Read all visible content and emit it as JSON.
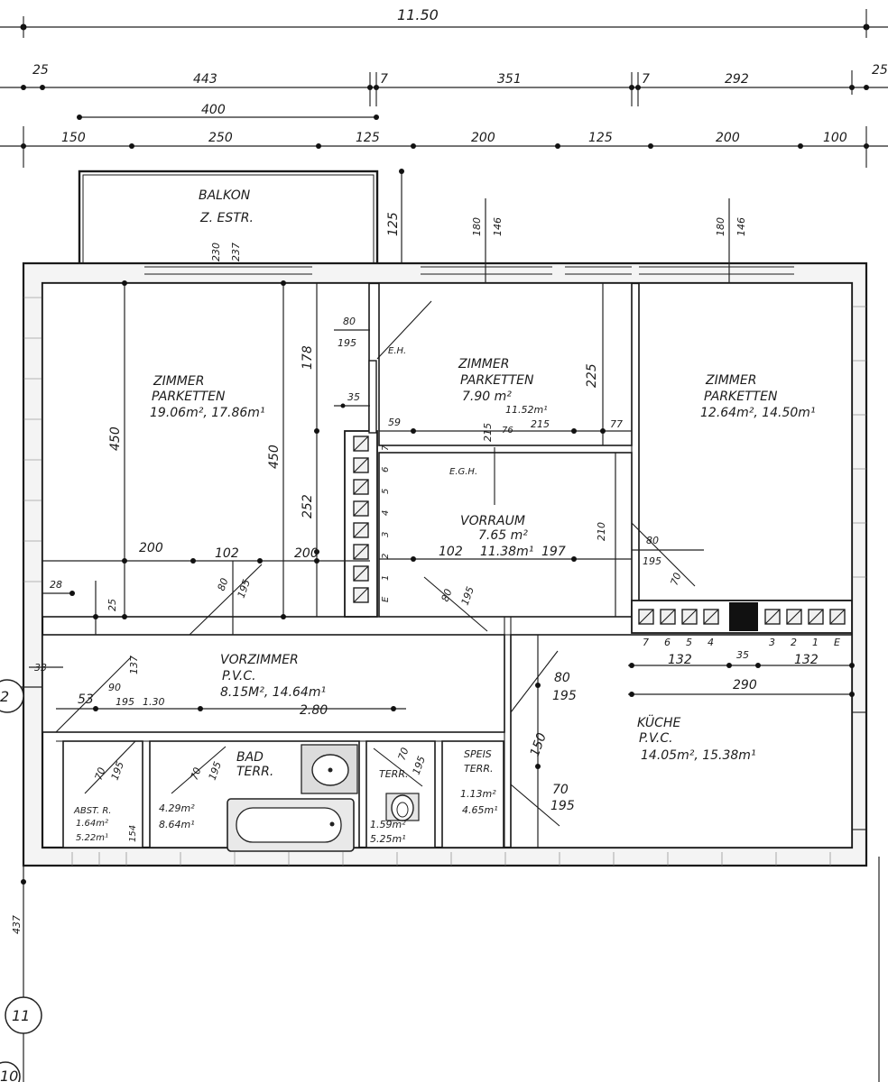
{
  "dimensions": {
    "overall": "11.50",
    "row2": [
      "25",
      "443",
      "7",
      "351",
      "7",
      "292",
      "25"
    ],
    "row3_top": "400",
    "row3": [
      "150",
      "250",
      "125",
      "200",
      "125",
      "200",
      "100"
    ],
    "balcony_depth": "125",
    "left_height": "437",
    "misc_right": "2"
  },
  "rooms": {
    "balkon": {
      "name": "BALKON",
      "sub": "Z. ESTR.",
      "dim1": "230",
      "dim2": "237"
    },
    "zimmer1": {
      "name": "ZIMMER",
      "floor": "PARKETTEN",
      "area": "19.06m², 17.86m¹",
      "dim1": "450",
      "dim2": "178",
      "dim3": "450",
      "dim4": "252",
      "dim5": "200",
      "dim6": "102",
      "dim7": "200",
      "dim8": "28",
      "dim9": "25",
      "door1": "80",
      "door2": "195",
      "door3": "35"
    },
    "zimmer2": {
      "name": "ZIMMER",
      "floor": "PARKETTEN",
      "area": "7.90 m²",
      "area2": "11.52m¹",
      "dim1": "180",
      "dim2": "146",
      "dim3": "225",
      "dim4": "215",
      "dim5": "215",
      "dim6": "59",
      "dim7": "77",
      "dim8": "76",
      "marker": "E.H."
    },
    "zimmer3": {
      "name": "ZIMMER",
      "floor": "PARKETTEN",
      "area": "12.64m², 14.50m¹",
      "dim1": "180",
      "dim2": "146",
      "door1": "80",
      "door2": "195",
      "door3": "70"
    },
    "vorraum": {
      "name": "VORRAUM",
      "area": "7.65 m²",
      "area2": "11.38m¹",
      "dim1": "102",
      "dim2": "197",
      "dim3": "210",
      "door1": "80",
      "door2": "195",
      "marker": "E.G.H."
    },
    "vorzimmer": {
      "name": "VORZIMMER",
      "floor": "P.V.C.",
      "area": "8.15M², 14.64m¹",
      "dim1": "2.80",
      "dim2": "53",
      "dim3": "90",
      "dim4": "195",
      "dim5": "1.30",
      "dim6": "33",
      "dim7": "137",
      "dim8": "80",
      "dim9": "195"
    },
    "kueche": {
      "name": "KÜCHE",
      "floor": "P.V.C.",
      "area": "14.05m², 15.38m¹",
      "dim1": "132",
      "dim2": "35",
      "dim3": "132",
      "dim4": "290",
      "dim5": "150",
      "door1": "80",
      "door2": "195",
      "door3": "70",
      "door4": "195"
    },
    "bad": {
      "name": "BAD",
      "floor": "TERR.",
      "area": "4.29m²",
      "area2": "8.64m¹",
      "door1": "70",
      "door2": "195"
    },
    "wc": {
      "name": "TERR.",
      "area": "1.59m²",
      "area2": "5.25m¹",
      "door1": "70",
      "door2": "195"
    },
    "speis": {
      "name": "SPEIS",
      "floor": "TERR.",
      "area": "1.13m²",
      "area2": "4.65m¹"
    },
    "abst": {
      "name": "ABST. R.",
      "area": "1.64m²",
      "area2": "5.22m¹",
      "dim1": "154",
      "door1": "70",
      "door2": "195"
    }
  },
  "storage": {
    "left_labels": [
      "E",
      "1",
      "2",
      "3",
      "4",
      "5",
      "6",
      "7"
    ],
    "kitchen_left_labels": [
      "7",
      "6",
      "5",
      "4"
    ],
    "kitchen_right_labels": [
      "3",
      "2",
      "1",
      "E"
    ]
  },
  "axis_markers": [
    "2",
    "11",
    "10"
  ],
  "icons": [
    "bathtub-icon",
    "washbasin-icon",
    "toilet-icon"
  ]
}
